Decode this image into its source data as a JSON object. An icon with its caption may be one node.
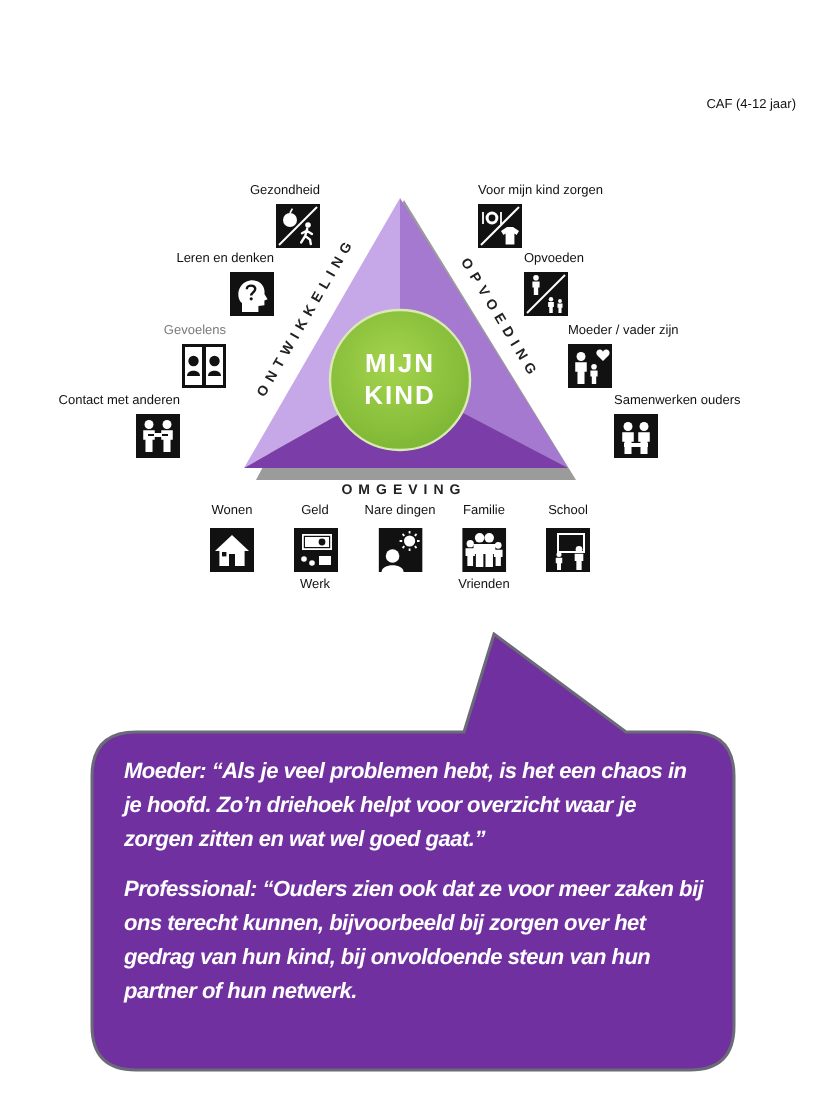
{
  "diagram": {
    "nodes": [
      {
        "text": [
          "ONTWIKKELING",
          "OPVOEDING",
          "OMGEVING"
        ]
      },
      {
        "text": [
          "MIJN KIND"
        ],
        "in": 0
      },
      {
        "text": [
          "Gezondheid"
        ]
      },
      {
        "text": [
          "Voor mijn kind zorgen"
        ]
      },
      {
        "text": [
          "Leren en denken"
        ]
      },
      {
        "text": [
          "Opvoeden"
        ]
      },
      {
        "text": [
          "Gevoelens"
        ]
      },
      {
        "text": [
          "Moeder / vader zijn"
        ]
      },
      {
        "text": [
          "Contact met anderen"
        ]
      },
      {
        "text": [
          "Samenwerken ouders"
        ]
      },
      {
        "text": [
          "Wonen"
        ]
      },
      {
        "text": [
          "Geld",
          "Werk"
        ]
      },
      {
        "text": [
          "Nare dingen"
        ]
      },
      {
        "text": [
          "Familie",
          "Vrienden"
        ]
      },
      {
        "text": [
          "School"
        ]
      },
      {
        "text": [
          "Moeder: “Als je veel problemen hebt, is het een chaos in je hoofd. Zo’n driehoek helpt voor overzicht waar je zorgen zitten en wat wel goed gaat.”",
          "Professional: “Ouders zien ook dat ze voor meer zaken bij ons terecht kunnen, bijvoorbeeld bij zorgen over het gedrag van hun kind, bij onvoldoende steun van hun partner of hun netwerk."
        ]
      }
    ],
    "labels": [
      "CAF (4-12 jaar)"
    ]
  }
}
